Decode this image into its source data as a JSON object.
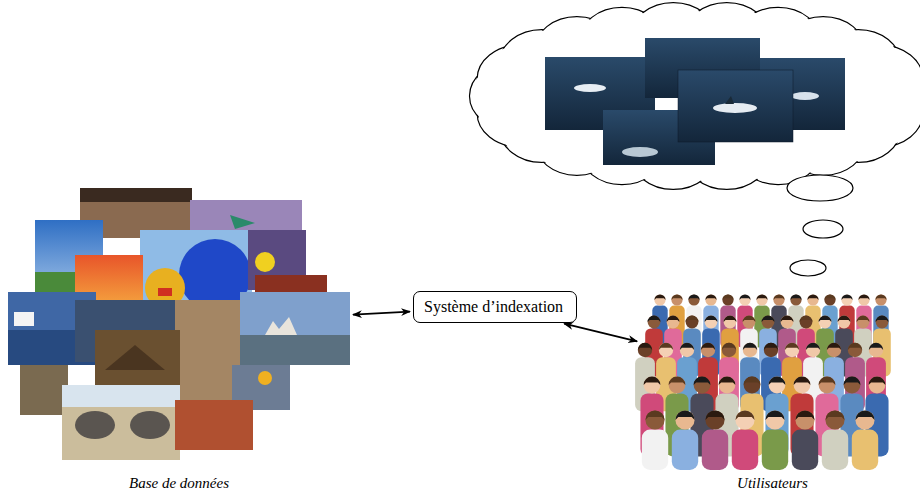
{
  "diagram": {
    "nodes": [
      {
        "text": [
          "Base de données"
        ]
      },
      {
        "text": [
          "Système d’indexation"
        ]
      },
      {
        "text": [
          "Utilisateurs"
        ]
      }
    ],
    "edges": [
      {
        "from": 0,
        "to": 1,
        "arrow": "both"
      },
      {
        "from": 1,
        "to": 2,
        "arrow": "both"
      }
    ]
  }
}
